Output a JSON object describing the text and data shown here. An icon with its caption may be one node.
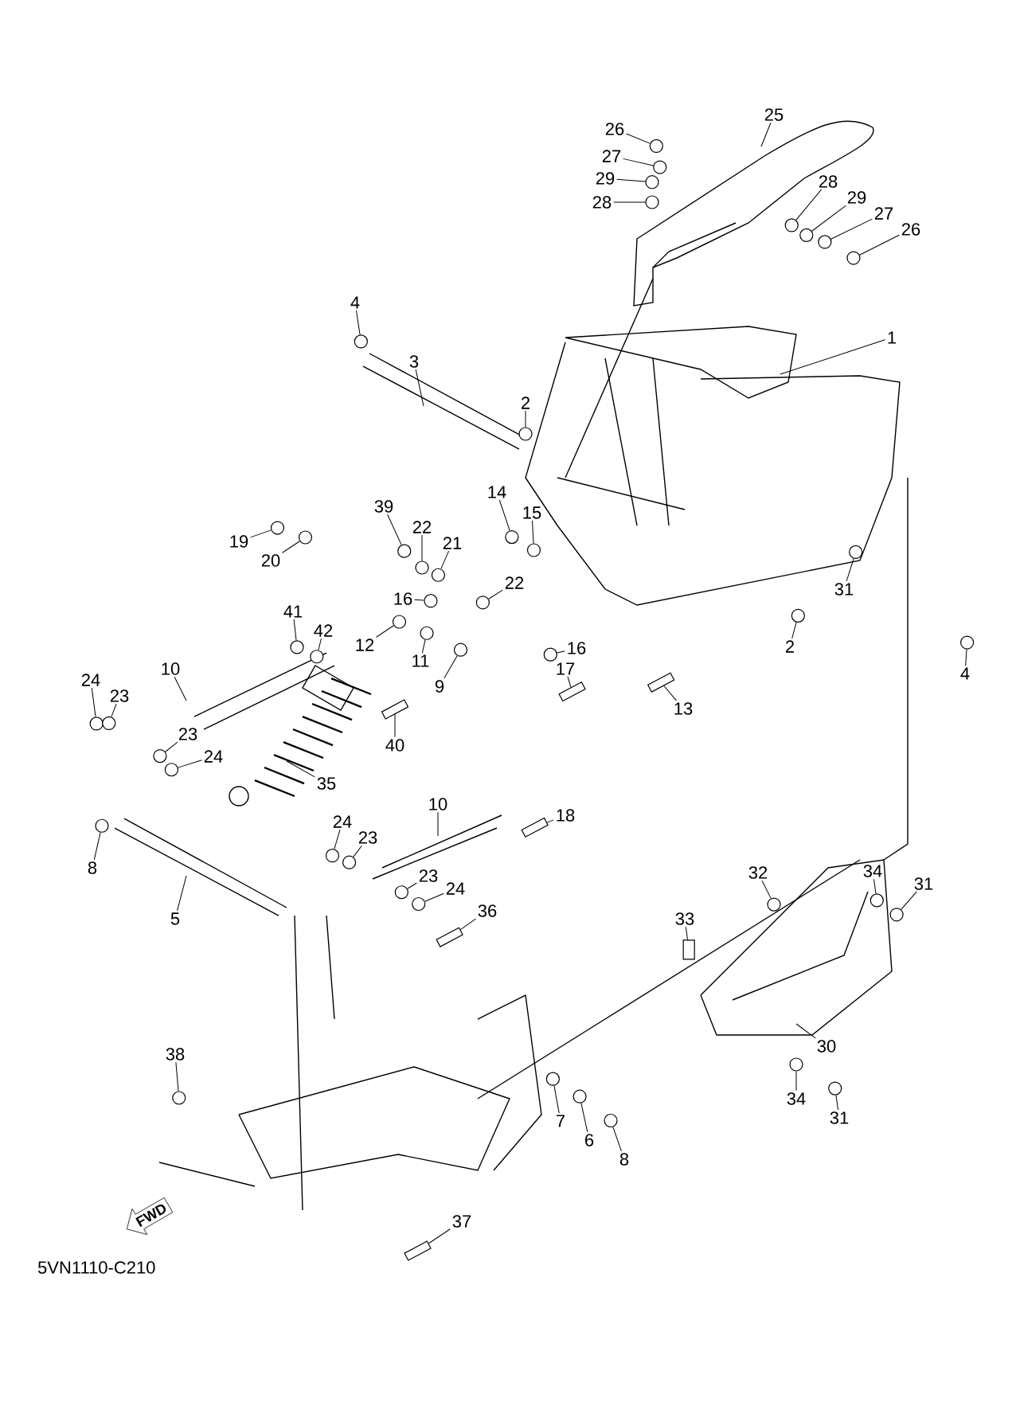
{
  "diagram": {
    "nodes": [
      {
        "text": [
          "26"
        ]
      },
      {
        "text": [
          "25"
        ]
      },
      {
        "text": [
          "27"
        ]
      },
      {
        "text": [
          "29"
        ]
      },
      {
        "text": [
          "28"
        ]
      },
      {
        "text": [
          "28"
        ]
      },
      {
        "text": [
          "29"
        ]
      },
      {
        "text": [
          "27"
        ]
      },
      {
        "text": [
          "26"
        ]
      },
      {
        "text": [
          "4"
        ]
      },
      {
        "text": [
          "1"
        ]
      },
      {
        "text": [
          "3"
        ]
      },
      {
        "text": [
          "2"
        ]
      },
      {
        "text": [
          "14"
        ]
      },
      {
        "text": [
          "15"
        ]
      },
      {
        "text": [
          "39"
        ]
      },
      {
        "text": [
          "22"
        ]
      },
      {
        "text": [
          "21"
        ]
      },
      {
        "text": [
          "19"
        ]
      },
      {
        "text": [
          "20"
        ]
      },
      {
        "text": [
          "22"
        ]
      },
      {
        "text": [
          "16"
        ]
      },
      {
        "text": [
          "41"
        ]
      },
      {
        "text": [
          "42"
        ]
      },
      {
        "text": [
          "12"
        ]
      },
      {
        "text": [
          "11"
        ]
      },
      {
        "text": [
          "9"
        ]
      },
      {
        "text": [
          "31"
        ]
      },
      {
        "text": [
          "16"
        ]
      },
      {
        "text": [
          "10"
        ]
      },
      {
        "text": [
          "2"
        ]
      },
      {
        "text": [
          "4"
        ]
      },
      {
        "text": [
          "17"
        ]
      },
      {
        "text": [
          "24"
        ]
      },
      {
        "text": [
          "23"
        ]
      },
      {
        "text": [
          "40"
        ]
      },
      {
        "text": [
          "13"
        ]
      },
      {
        "text": [
          "23"
        ]
      },
      {
        "text": [
          "24"
        ]
      },
      {
        "text": [
          "35"
        ]
      },
      {
        "text": [
          "10"
        ]
      },
      {
        "text": [
          "18"
        ]
      },
      {
        "text": [
          "24"
        ]
      },
      {
        "text": [
          "23"
        ]
      },
      {
        "text": [
          "8"
        ]
      },
      {
        "text": [
          "34"
        ]
      },
      {
        "text": [
          "32"
        ]
      },
      {
        "text": [
          "31"
        ]
      },
      {
        "text": [
          "23"
        ]
      },
      {
        "text": [
          "24"
        ]
      },
      {
        "text": [
          "36"
        ]
      },
      {
        "text": [
          "5"
        ]
      },
      {
        "text": [
          "33"
        ]
      },
      {
        "text": [
          "30"
        ]
      },
      {
        "text": [
          "38"
        ]
      },
      {
        "text": [
          "7"
        ]
      },
      {
        "text": [
          "6"
        ]
      },
      {
        "text": [
          "8"
        ]
      },
      {
        "text": [
          "34"
        ]
      },
      {
        "text": [
          "31"
        ]
      },
      {
        "text": [
          "37"
        ]
      },
      {
        "text": [
          "FWD"
        ]
      },
      {
        "text": [],
        "shape": "circle"
      },
      {
        "text": [],
        "shape": "circle"
      },
      {
        "text": [],
        "shape": "circle"
      },
      {
        "text": [],
        "shape": "circle"
      },
      {
        "text": [],
        "shape": "circle"
      },
      {
        "text": [],
        "shape": "circle"
      },
      {
        "text": [],
        "shape": "circle"
      },
      {
        "text": [],
        "shape": "circle"
      },
      {
        "text": [],
        "shape": "circle"
      },
      {
        "text": [],
        "shape": "circle"
      },
      {
        "text": [],
        "shape": "circle"
      },
      {
        "text": [],
        "shape": "circle"
      },
      {
        "text": [],
        "shape": "circle"
      },
      {
        "text": [],
        "shape": "circle"
      },
      {
        "text": [],
        "shape": "circle"
      },
      {
        "text": [],
        "shape": "circle"
      },
      {
        "text": [],
        "shape": "circle"
      },
      {
        "text": [],
        "shape": "circle"
      },
      {
        "text": [],
        "shape": "circle"
      },
      {
        "text": [],
        "shape": "circle"
      },
      {
        "text": [],
        "shape": "circle"
      },
      {
        "text": [],
        "shape": "circle"
      },
      {
        "text": [],
        "shape": "circle"
      },
      {
        "text": [],
        "shape": "circle"
      },
      {
        "text": [],
        "shape": "circle"
      },
      {
        "text": [],
        "shape": "circle"
      },
      {
        "text": [],
        "shape": "circle"
      },
      {
        "text": [],
        "shape": "circle"
      },
      {
        "text": [],
        "shape": "bar"
      },
      {
        "text": [],
        "shape": "circle"
      },
      {
        "text": [],
        "shape": "circle"
      },
      {
        "text": [],
        "shape": "bar"
      },
      {
        "text": [],
        "shape": "bar"
      },
      {
        "text": [],
        "shape": "circle"
      },
      {
        "text": [],
        "shape": "circle"
      },
      {
        "text": [],
        "shape": "bar"
      },
      {
        "text": [],
        "shape": "circle"
      },
      {
        "text": [],
        "shape": "circle"
      },
      {
        "text": [],
        "shape": "circle"
      },
      {
        "text": [],
        "shape": "circle"
      },
      {
        "text": [],
        "shape": "circle"
      },
      {
        "text": [],
        "shape": "circle"
      },
      {
        "text": [],
        "shape": "circle"
      },
      {
        "text": [],
        "shape": "circle"
      },
      {
        "text": [],
        "shape": "bar"
      },
      {
        "text": [],
        "shape": "box"
      },
      {
        "text": [],
        "shape": "circle"
      },
      {
        "text": [],
        "shape": "circle"
      },
      {
        "text": [],
        "shape": "circle"
      },
      {
        "text": [],
        "shape": "circle"
      },
      {
        "text": [],
        "shape": "circle"
      },
      {
        "text": [],
        "shape": "circle"
      },
      {
        "text": [],
        "shape": "bar"
      }
    ],
    "edges": [
      {
        "from": 0,
        "to": 62,
        "arrow": "none"
      },
      {
        "from": 1,
        "to": null,
        "arrow": "none"
      },
      {
        "from": 2,
        "to": 63,
        "arrow": "none"
      },
      {
        "from": 3,
        "to": 64,
        "arrow": "none"
      },
      {
        "from": 4,
        "to": 65,
        "arrow": "none"
      },
      {
        "from": 5,
        "to": 66,
        "arrow": "none"
      },
      {
        "from": 6,
        "to": 67,
        "arrow": "none"
      },
      {
        "from": 7,
        "to": 68,
        "arrow": "none"
      },
      {
        "from": 8,
        "to": 69,
        "arrow": "none"
      },
      {
        "from": 9,
        "to": 70,
        "arrow": "none"
      },
      {
        "from": 10,
        "to": null,
        "arrow": "none"
      },
      {
        "from": 11,
        "to": null,
        "arrow": "none"
      },
      {
        "from": 12,
        "to": 71,
        "arrow": "none"
      },
      {
        "from": 13,
        "to": 72,
        "arrow": "none"
      },
      {
        "from": 14,
        "to": 73,
        "arrow": "none"
      },
      {
        "from": 15,
        "to": 74,
        "arrow": "none"
      },
      {
        "from": 16,
        "to": 75,
        "arrow": "none"
      },
      {
        "from": 17,
        "to": 76,
        "arrow": "none"
      },
      {
        "from": 18,
        "to": 77,
        "arrow": "none"
      },
      {
        "from": 19,
        "to": 78,
        "arrow": "none"
      },
      {
        "from": 20,
        "to": 79,
        "arrow": "none"
      },
      {
        "from": 21,
        "to": 80,
        "arrow": "none"
      },
      {
        "from": 22,
        "to": 81,
        "arrow": "none"
      },
      {
        "from": 23,
        "to": 82,
        "arrow": "none"
      },
      {
        "from": 24,
        "to": 83,
        "arrow": "none"
      },
      {
        "from": 25,
        "to": 84,
        "arrow": "none"
      },
      {
        "from": 26,
        "to": 85,
        "arrow": "none"
      },
      {
        "from": 27,
        "to": 86,
        "arrow": "none"
      },
      {
        "from": 28,
        "to": 87,
        "arrow": "none"
      },
      {
        "from": 29,
        "to": null,
        "arrow": "none"
      },
      {
        "from": 30,
        "to": 88,
        "arrow": "none"
      },
      {
        "from": 31,
        "to": 89,
        "arrow": "none"
      },
      {
        "from": 32,
        "to": 90,
        "arrow": "none"
      },
      {
        "from": 33,
        "to": 91,
        "arrow": "none"
      },
      {
        "from": 34,
        "to": 92,
        "arrow": "none"
      },
      {
        "from": 35,
        "to": 93,
        "arrow": "none"
      },
      {
        "from": 36,
        "to": 94,
        "arrow": "none"
      },
      {
        "from": 37,
        "to": 95,
        "arrow": "none"
      },
      {
        "from": 38,
        "to": 96,
        "arrow": "none"
      },
      {
        "from": 39,
        "to": null,
        "arrow": "none"
      },
      {
        "from": 40,
        "to": null,
        "arrow": "none"
      },
      {
        "from": 41,
        "to": 97,
        "arrow": "none"
      },
      {
        "from": 42,
        "to": 98,
        "arrow": "none"
      },
      {
        "from": 43,
        "to": 99,
        "arrow": "none"
      },
      {
        "from": 44,
        "to": 100,
        "arrow": "none"
      },
      {
        "from": 45,
        "to": 101,
        "arrow": "none"
      },
      {
        "from": 46,
        "to": 102,
        "arrow": "none"
      },
      {
        "from": 47,
        "to": 103,
        "arrow": "none"
      },
      {
        "from": 48,
        "to": 104,
        "arrow": "none"
      },
      {
        "from": 49,
        "to": 105,
        "arrow": "none"
      },
      {
        "from": 50,
        "to": 106,
        "arrow": "none"
      },
      {
        "from": 51,
        "to": null,
        "arrow": "none"
      },
      {
        "from": 52,
        "to": 107,
        "arrow": "none"
      },
      {
        "from": 53,
        "to": null,
        "arrow": "none"
      },
      {
        "from": 54,
        "to": 108,
        "arrow": "none"
      },
      {
        "from": 55,
        "to": 109,
        "arrow": "none"
      },
      {
        "from": 56,
        "to": 110,
        "arrow": "none"
      },
      {
        "from": 57,
        "to": 111,
        "arrow": "none"
      },
      {
        "from": 58,
        "to": 112,
        "arrow": "none"
      },
      {
        "from": 59,
        "to": 113,
        "arrow": "none"
      },
      {
        "from": 60,
        "to": 114,
        "arrow": "none"
      }
    ],
    "labels": [
      "5VN1110-C210"
    ]
  }
}
